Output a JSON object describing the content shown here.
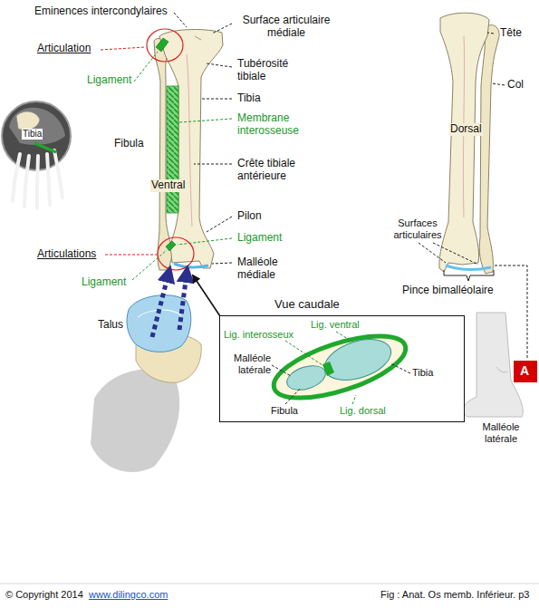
{
  "diagram": {
    "caption": "Fig : Anat. Os memb. Inférieur. p3",
    "nodes": [
      {
        "text": [
          "Vue caudale",
          "Lig. ventral",
          "Lig. interosseux",
          "Malléole latérale",
          "Tibia",
          "Fibula",
          "Lig. dorsal"
        ]
      },
      {
        "text": [
          "A"
        ]
      }
    ],
    "labels": [
      "Eminences intercondylaires",
      "Surface articulaire médiale",
      "Articulation",
      "Ligament",
      "Tubérosité tibiale",
      "Tibia",
      "Membrane interosseuse",
      "Fibula",
      "Crête tibiale antérieure",
      "Ventral",
      "Pilon",
      "Ligament",
      "Articulations",
      "Ligament",
      "Malléole médiale",
      "Talus",
      "Tibia",
      "Tête",
      "Col",
      "Dorsal",
      "Surfaces articulaires",
      "Pince bimalléolaire",
      "Malléole latérale",
      "© Copyright 2014",
      "www.dilingco.com"
    ]
  }
}
